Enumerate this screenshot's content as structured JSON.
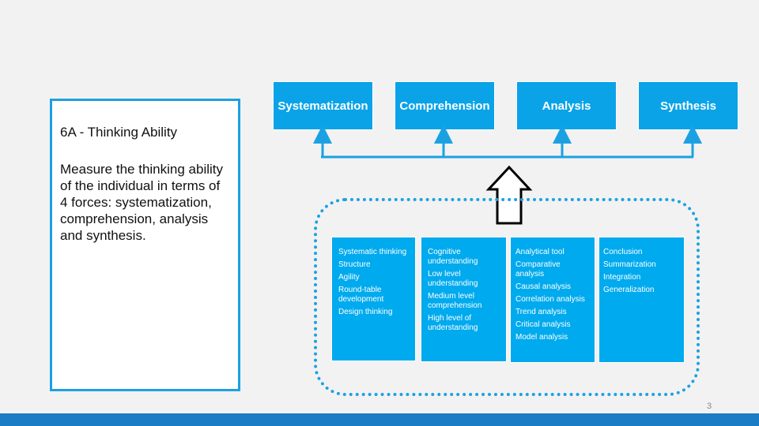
{
  "left_panel": {
    "title": "6A - Thinking Ability",
    "description": "Measure the thinking ability of the individual in terms of 4 forces: systematization, comprehension, analysis and synthesis."
  },
  "top_boxes": [
    "Systematization",
    "Comprehension",
    "Analysis",
    "Synthesis"
  ],
  "columns": [
    [
      "Systematic thinking",
      "Structure",
      "Agility",
      "Round-table development",
      "Design thinking"
    ],
    [
      "Cognitive understanding",
      "Low level understanding",
      "Medium level comprehension",
      "High level of understanding"
    ],
    [
      "Analytical tool",
      "Comparative analysis",
      "Causal analysis",
      "Correlation analysis",
      "Trend analysis",
      "Critical analysis",
      "Model analysis"
    ],
    [
      "Conclusion",
      "Summarization",
      "Integration",
      "Generalization"
    ]
  ],
  "page_number": "3",
  "colors": {
    "accent": "#1ba1e2",
    "box_fill": "#0aa3e8",
    "bottom_bar": "#1a7cc5"
  }
}
